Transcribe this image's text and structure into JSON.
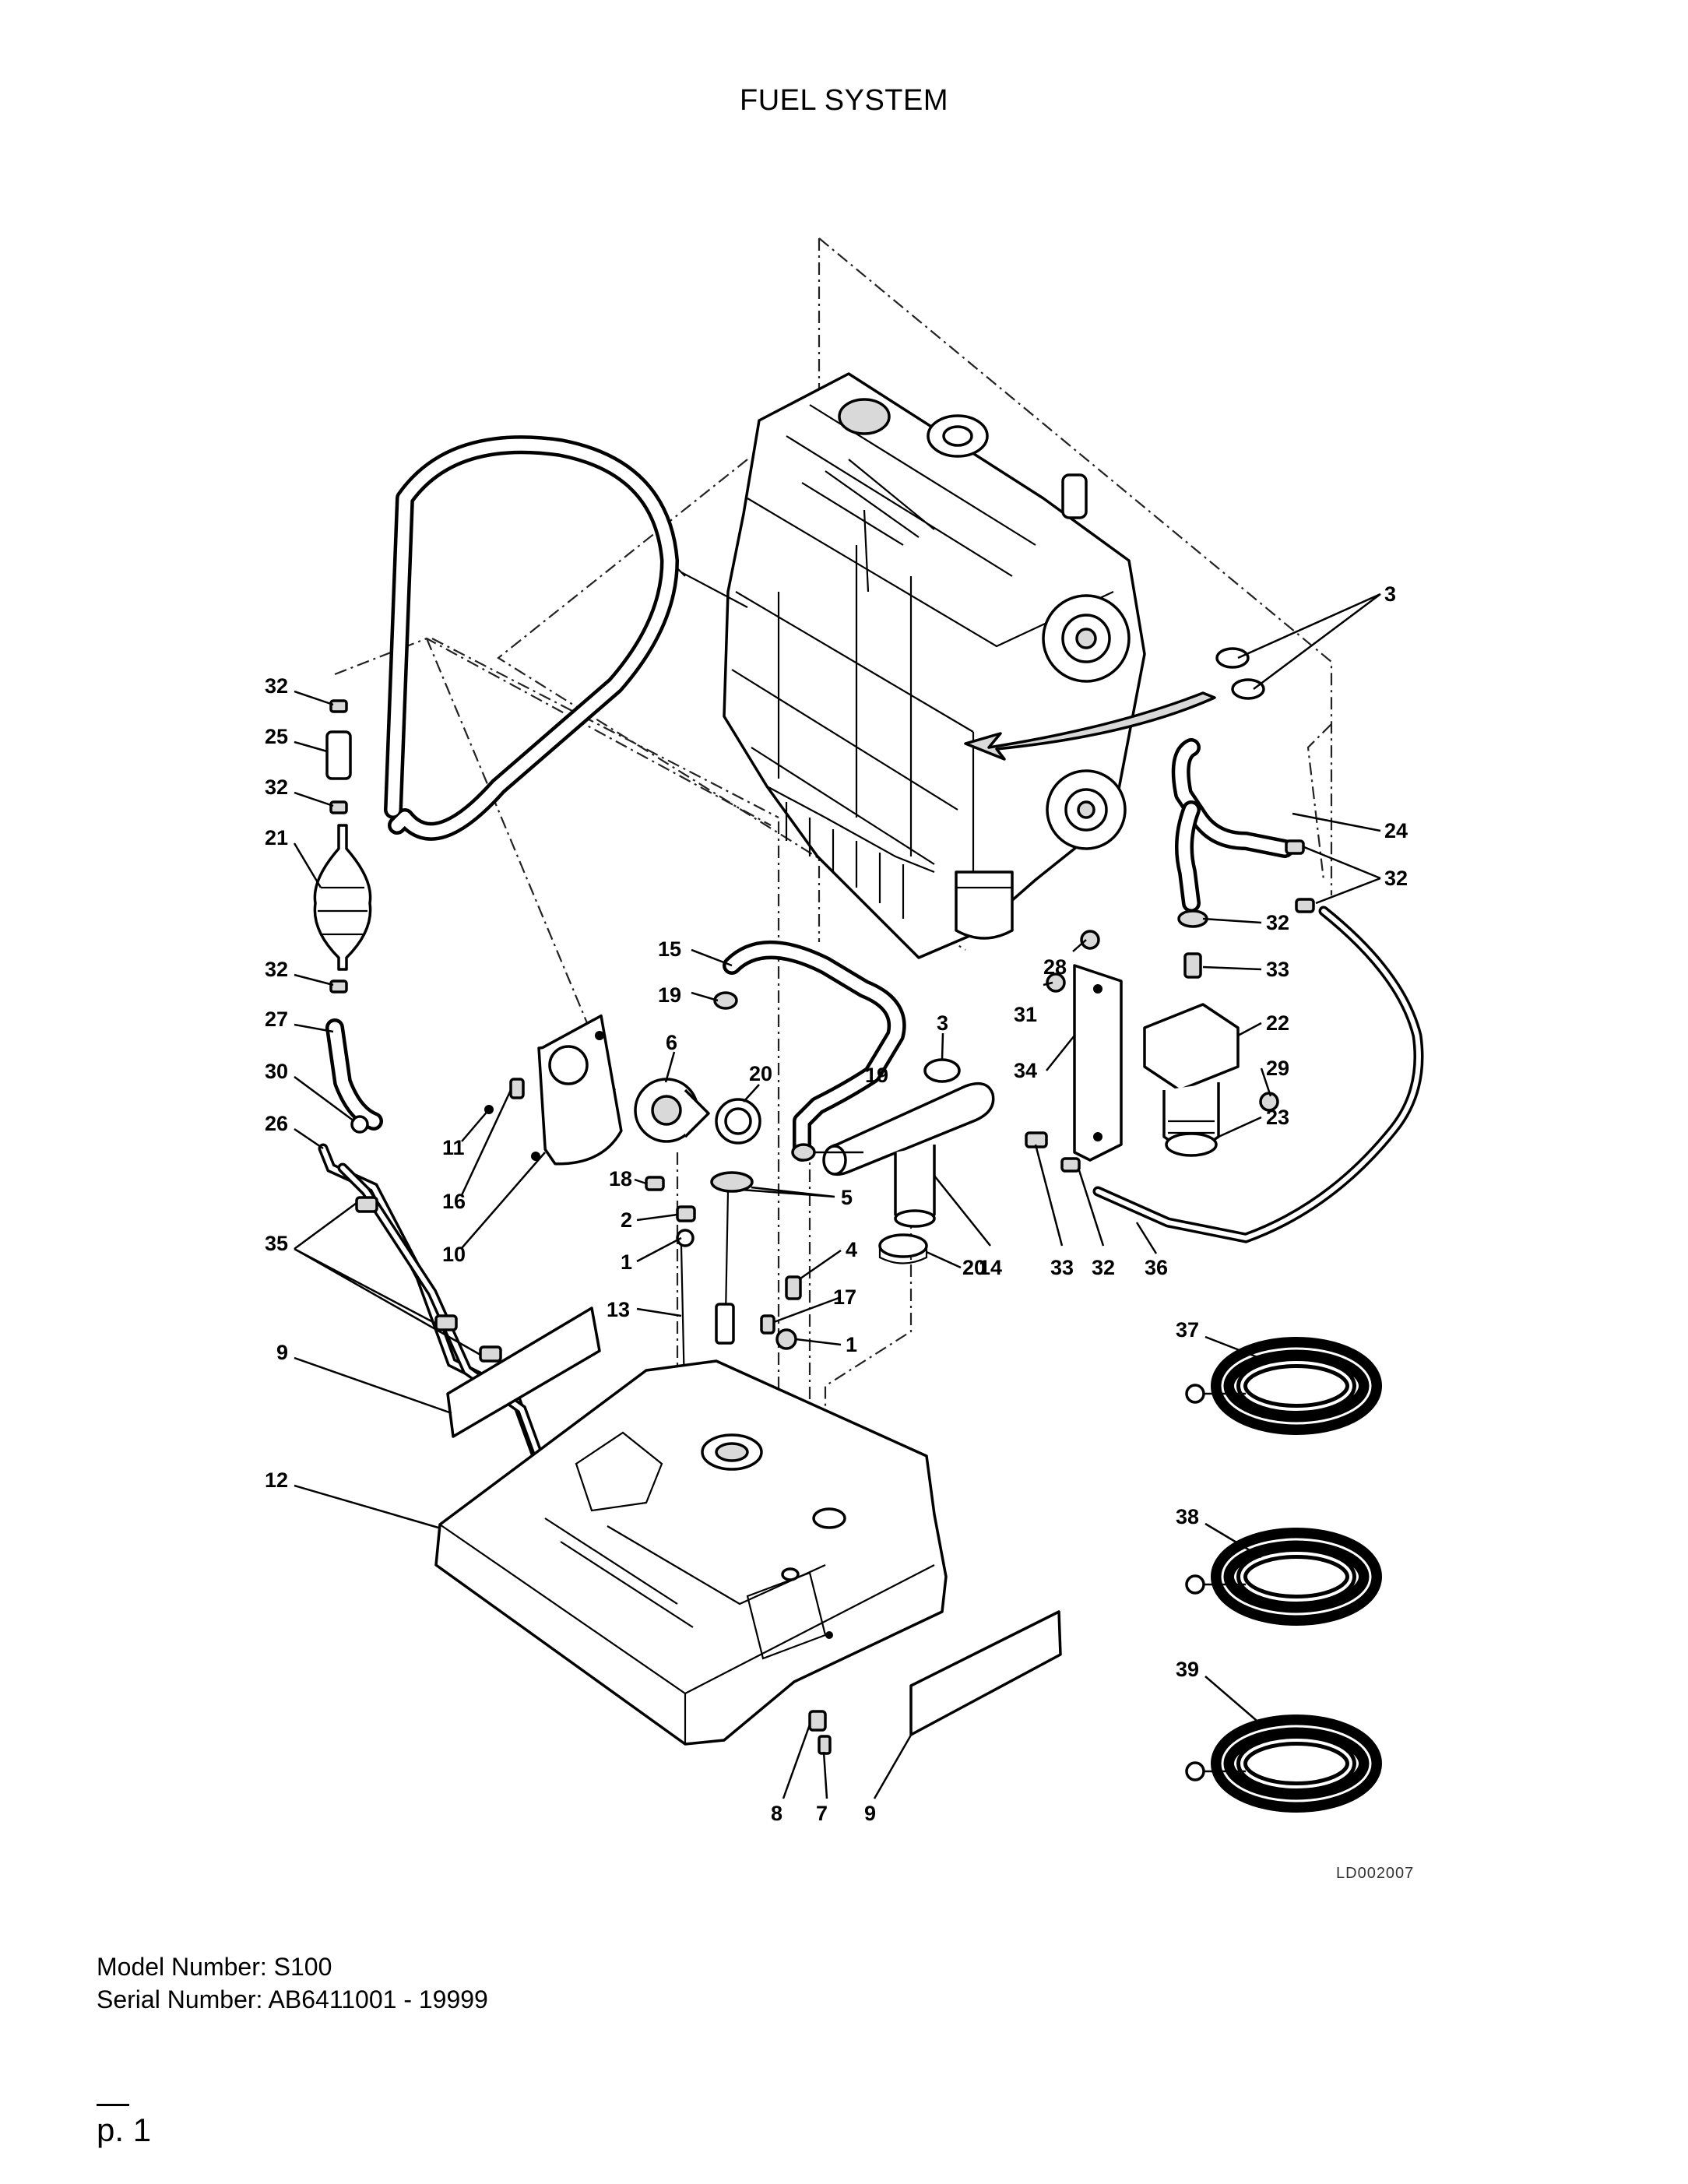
{
  "page": {
    "title": "FUEL SYSTEM",
    "drawing_id": "LD002007",
    "model_line": "Model Number: S100",
    "serial_line": "Serial Number: AB6411001 - 19999",
    "page_number": "p. 1"
  },
  "callouts": {
    "c32a": "32",
    "c25": "25",
    "c32b": "32",
    "c21": "21",
    "c32c": "32",
    "c27": "27",
    "c30": "30",
    "c26": "26",
    "c35": "35",
    "c9a": "9",
    "c12": "12",
    "c11": "11",
    "c16": "16",
    "c10": "10",
    "c15": "15",
    "c19a": "19",
    "c6": "6",
    "c20a": "20",
    "c3a": "3",
    "c19b": "19",
    "c18": "18",
    "c2": "2",
    "c1a": "1",
    "c13": "13",
    "c5": "5",
    "c4": "4",
    "c17": "17",
    "c1b": "1",
    "c20b": "20",
    "c14": "14",
    "c33a": "33",
    "c32d": "32",
    "c36": "36",
    "c3b": "3",
    "c24": "24",
    "c32e": "32",
    "c32f": "32",
    "c28": "28",
    "c33b": "33",
    "c31": "31",
    "c22": "22",
    "c34": "34",
    "c29": "29",
    "c23": "23",
    "c37": "37",
    "c38": "38",
    "c39": "39",
    "c8": "8",
    "c7": "7",
    "c9b": "9"
  }
}
